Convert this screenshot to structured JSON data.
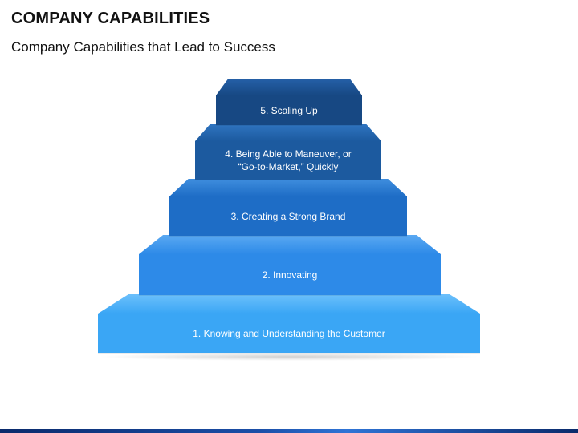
{
  "title": "COMPANY CAPABILITIES",
  "subtitle": "Company Capabilities that Lead to Success",
  "steps": [
    {
      "label": "1. Knowing and Understanding the Customer",
      "color": "#3aa6f5",
      "top_color": "#6cc0fb"
    },
    {
      "label": "2. Innovating",
      "color": "#2d8ae8",
      "top_color": "#5aa9f2"
    },
    {
      "label": "3. Creating a Strong Brand",
      "color": "#1e6dc6",
      "top_color": "#3f8ede"
    },
    {
      "label": "4. Being Able to Maneuver, or\n“Go-to-Market,” Quickly",
      "color": "#1c5a9f",
      "top_color": "#2f74c0"
    },
    {
      "label": "5. Scaling Up",
      "color": "#174883",
      "top_color": "#245fa6"
    }
  ]
}
